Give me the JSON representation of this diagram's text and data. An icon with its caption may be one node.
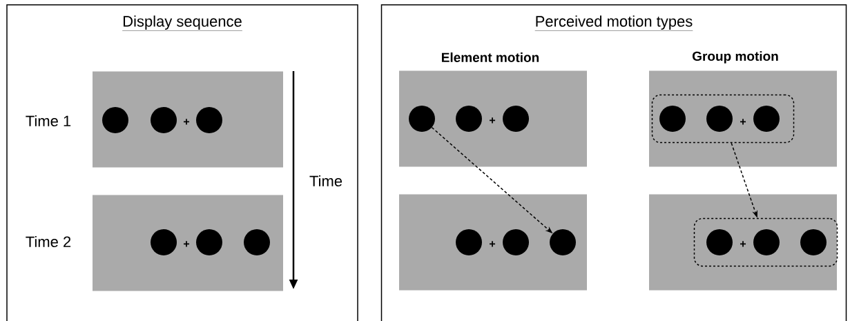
{
  "diagram": {
    "nodes": [
      {
        "text": [
          "Display sequence"
        ]
      },
      {
        "text": [],
        "shape": "box",
        "in": 0
      },
      {
        "text": [],
        "shape": "circle",
        "in": 1
      },
      {
        "text": [],
        "shape": "circle",
        "in": 1
      },
      {
        "text": [],
        "shape": "circle",
        "in": 1
      },
      {
        "text": [],
        "shape": "box",
        "in": 0
      },
      {
        "text": [],
        "shape": "circle",
        "in": 5
      },
      {
        "text": [],
        "shape": "circle",
        "in": 5
      },
      {
        "text": [],
        "shape": "circle",
        "in": 5
      },
      {
        "text": [
          "Perceived motion types"
        ]
      },
      {
        "text": [],
        "shape": "box",
        "in": 9
      },
      {
        "text": [],
        "shape": "circle",
        "in": 10
      },
      {
        "text": [],
        "shape": "circle",
        "in": 10
      },
      {
        "text": [],
        "shape": "circle",
        "in": 10
      },
      {
        "text": [],
        "shape": "box",
        "in": 9
      },
      {
        "text": [],
        "shape": "circle",
        "in": 14
      },
      {
        "text": [],
        "shape": "circle",
        "in": 14
      },
      {
        "text": [],
        "shape": "circle",
        "in": 14
      },
      {
        "text": [],
        "shape": "box",
        "in": 9
      },
      {
        "text": [],
        "shape": "box",
        "in": 18
      },
      {
        "text": [],
        "shape": "circle",
        "in": 19
      },
      {
        "text": [],
        "shape": "circle",
        "in": 19
      },
      {
        "text": [],
        "shape": "circle",
        "in": 19
      },
      {
        "text": [],
        "shape": "box",
        "in": 9
      },
      {
        "text": [],
        "shape": "box",
        "in": 23
      },
      {
        "text": [],
        "shape": "circle",
        "in": 24
      },
      {
        "text": [],
        "shape": "circle",
        "in": 24
      },
      {
        "text": [],
        "shape": "circle",
        "in": 24
      }
    ],
    "edges": [
      {
        "from": 11,
        "to": 17,
        "arrow": "to",
        "style": "dashed"
      },
      {
        "from": 19,
        "to": 24,
        "arrow": "to",
        "style": "dashed"
      }
    ],
    "labels": [
      "Time 1",
      "+",
      "Time",
      "Time 2",
      "+",
      "Element motion",
      "Group motion",
      "+",
      "+",
      "+",
      "+"
    ]
  }
}
